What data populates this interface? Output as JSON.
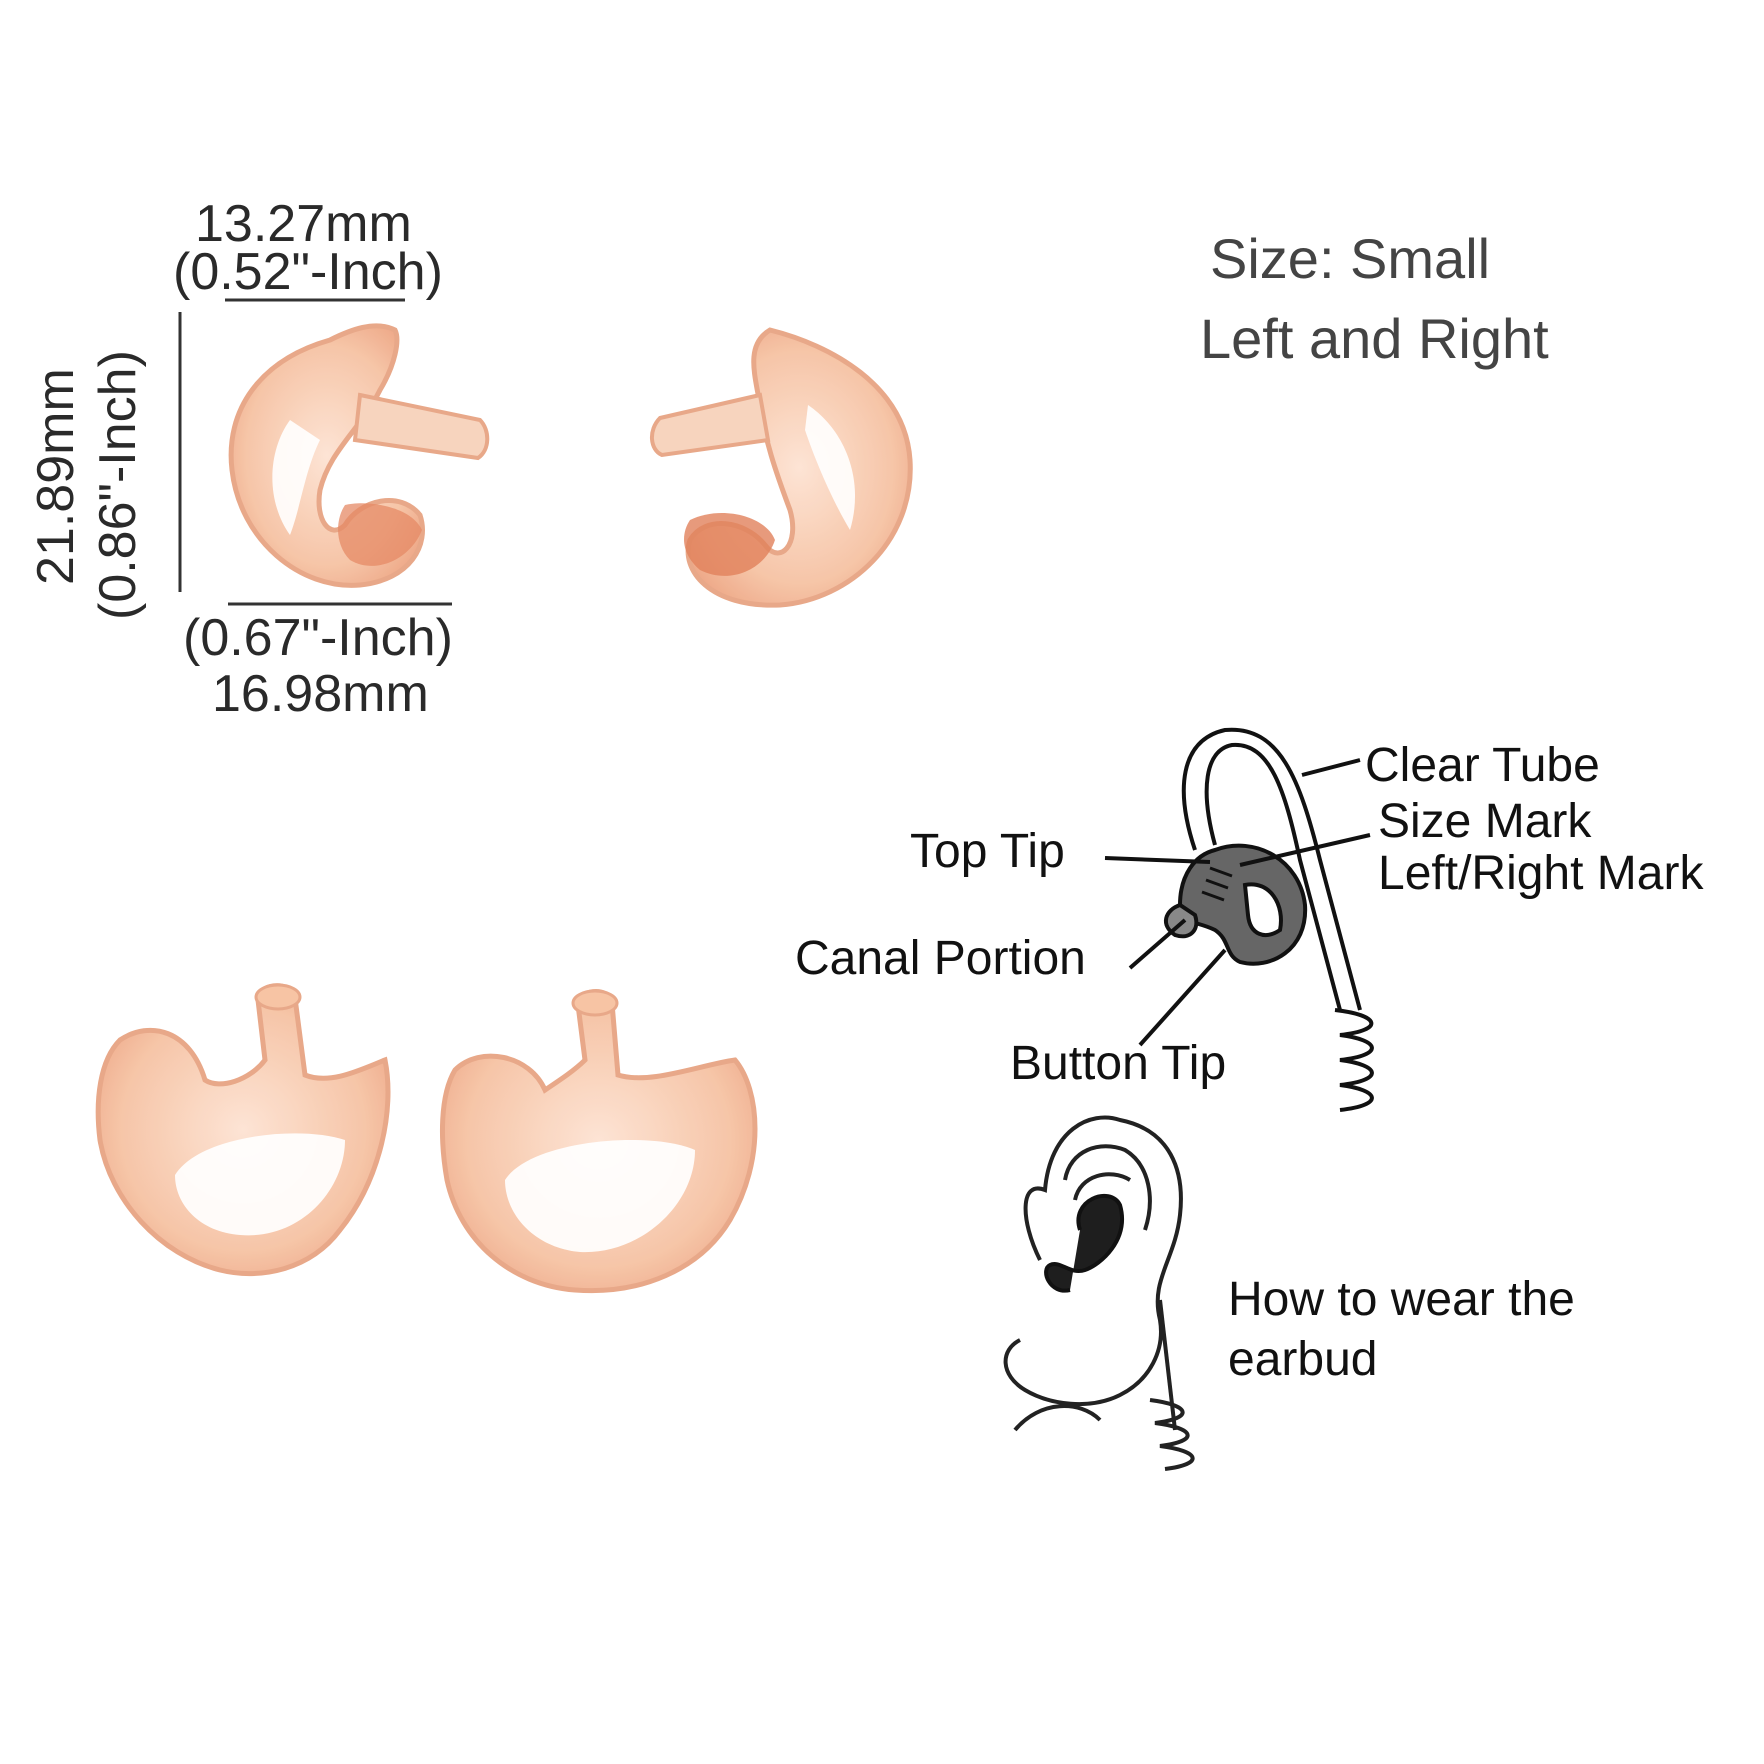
{
  "dimensions": {
    "top_mm": "13.27mm",
    "top_inch": "(0.52\"-Inch)",
    "side_mm": "21.89mm",
    "side_inch": "(0.86\"-Inch)",
    "bottom_inch": "(0.67\"-Inch)",
    "bottom_mm": "16.98mm"
  },
  "size_info": {
    "size": "Size: Small",
    "sides": "Left and Right"
  },
  "diagram_labels": {
    "clear_tube": "Clear Tube",
    "size_mark": "Size Mark",
    "left_right_mark": "Left/Right Mark",
    "top_tip": "Top Tip",
    "canal_portion": "Canal Portion",
    "button_tip": "Button Tip"
  },
  "wear_caption": {
    "line1": "How to wear the",
    "line2": "earbud"
  },
  "colors": {
    "earbud_fill": "#f6c6a8",
    "earbud_edge": "#e9a07c",
    "earbud_dark": "#d9724a"
  }
}
